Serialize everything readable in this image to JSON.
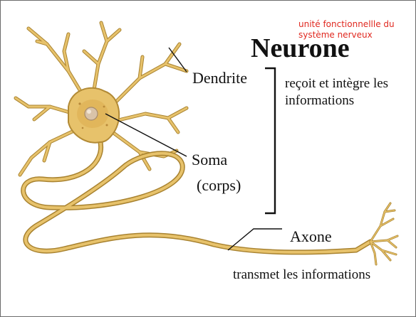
{
  "subtitle": "unité fonctionnellle du système nerveux",
  "title": "Neurone",
  "labels": {
    "dendrite": "Dendrite",
    "soma": "Soma",
    "soma_sub": "(corps)",
    "axone": "Axone"
  },
  "descriptions": {
    "dendrite_soma": "reçoit et intègre les informations",
    "axone": "transmet les informations"
  },
  "colors": {
    "neuron_fill": "#e7c26b",
    "neuron_outline": "#b28a35",
    "nucleus": "#d9c3a8",
    "subtitle": "#e0281f"
  }
}
